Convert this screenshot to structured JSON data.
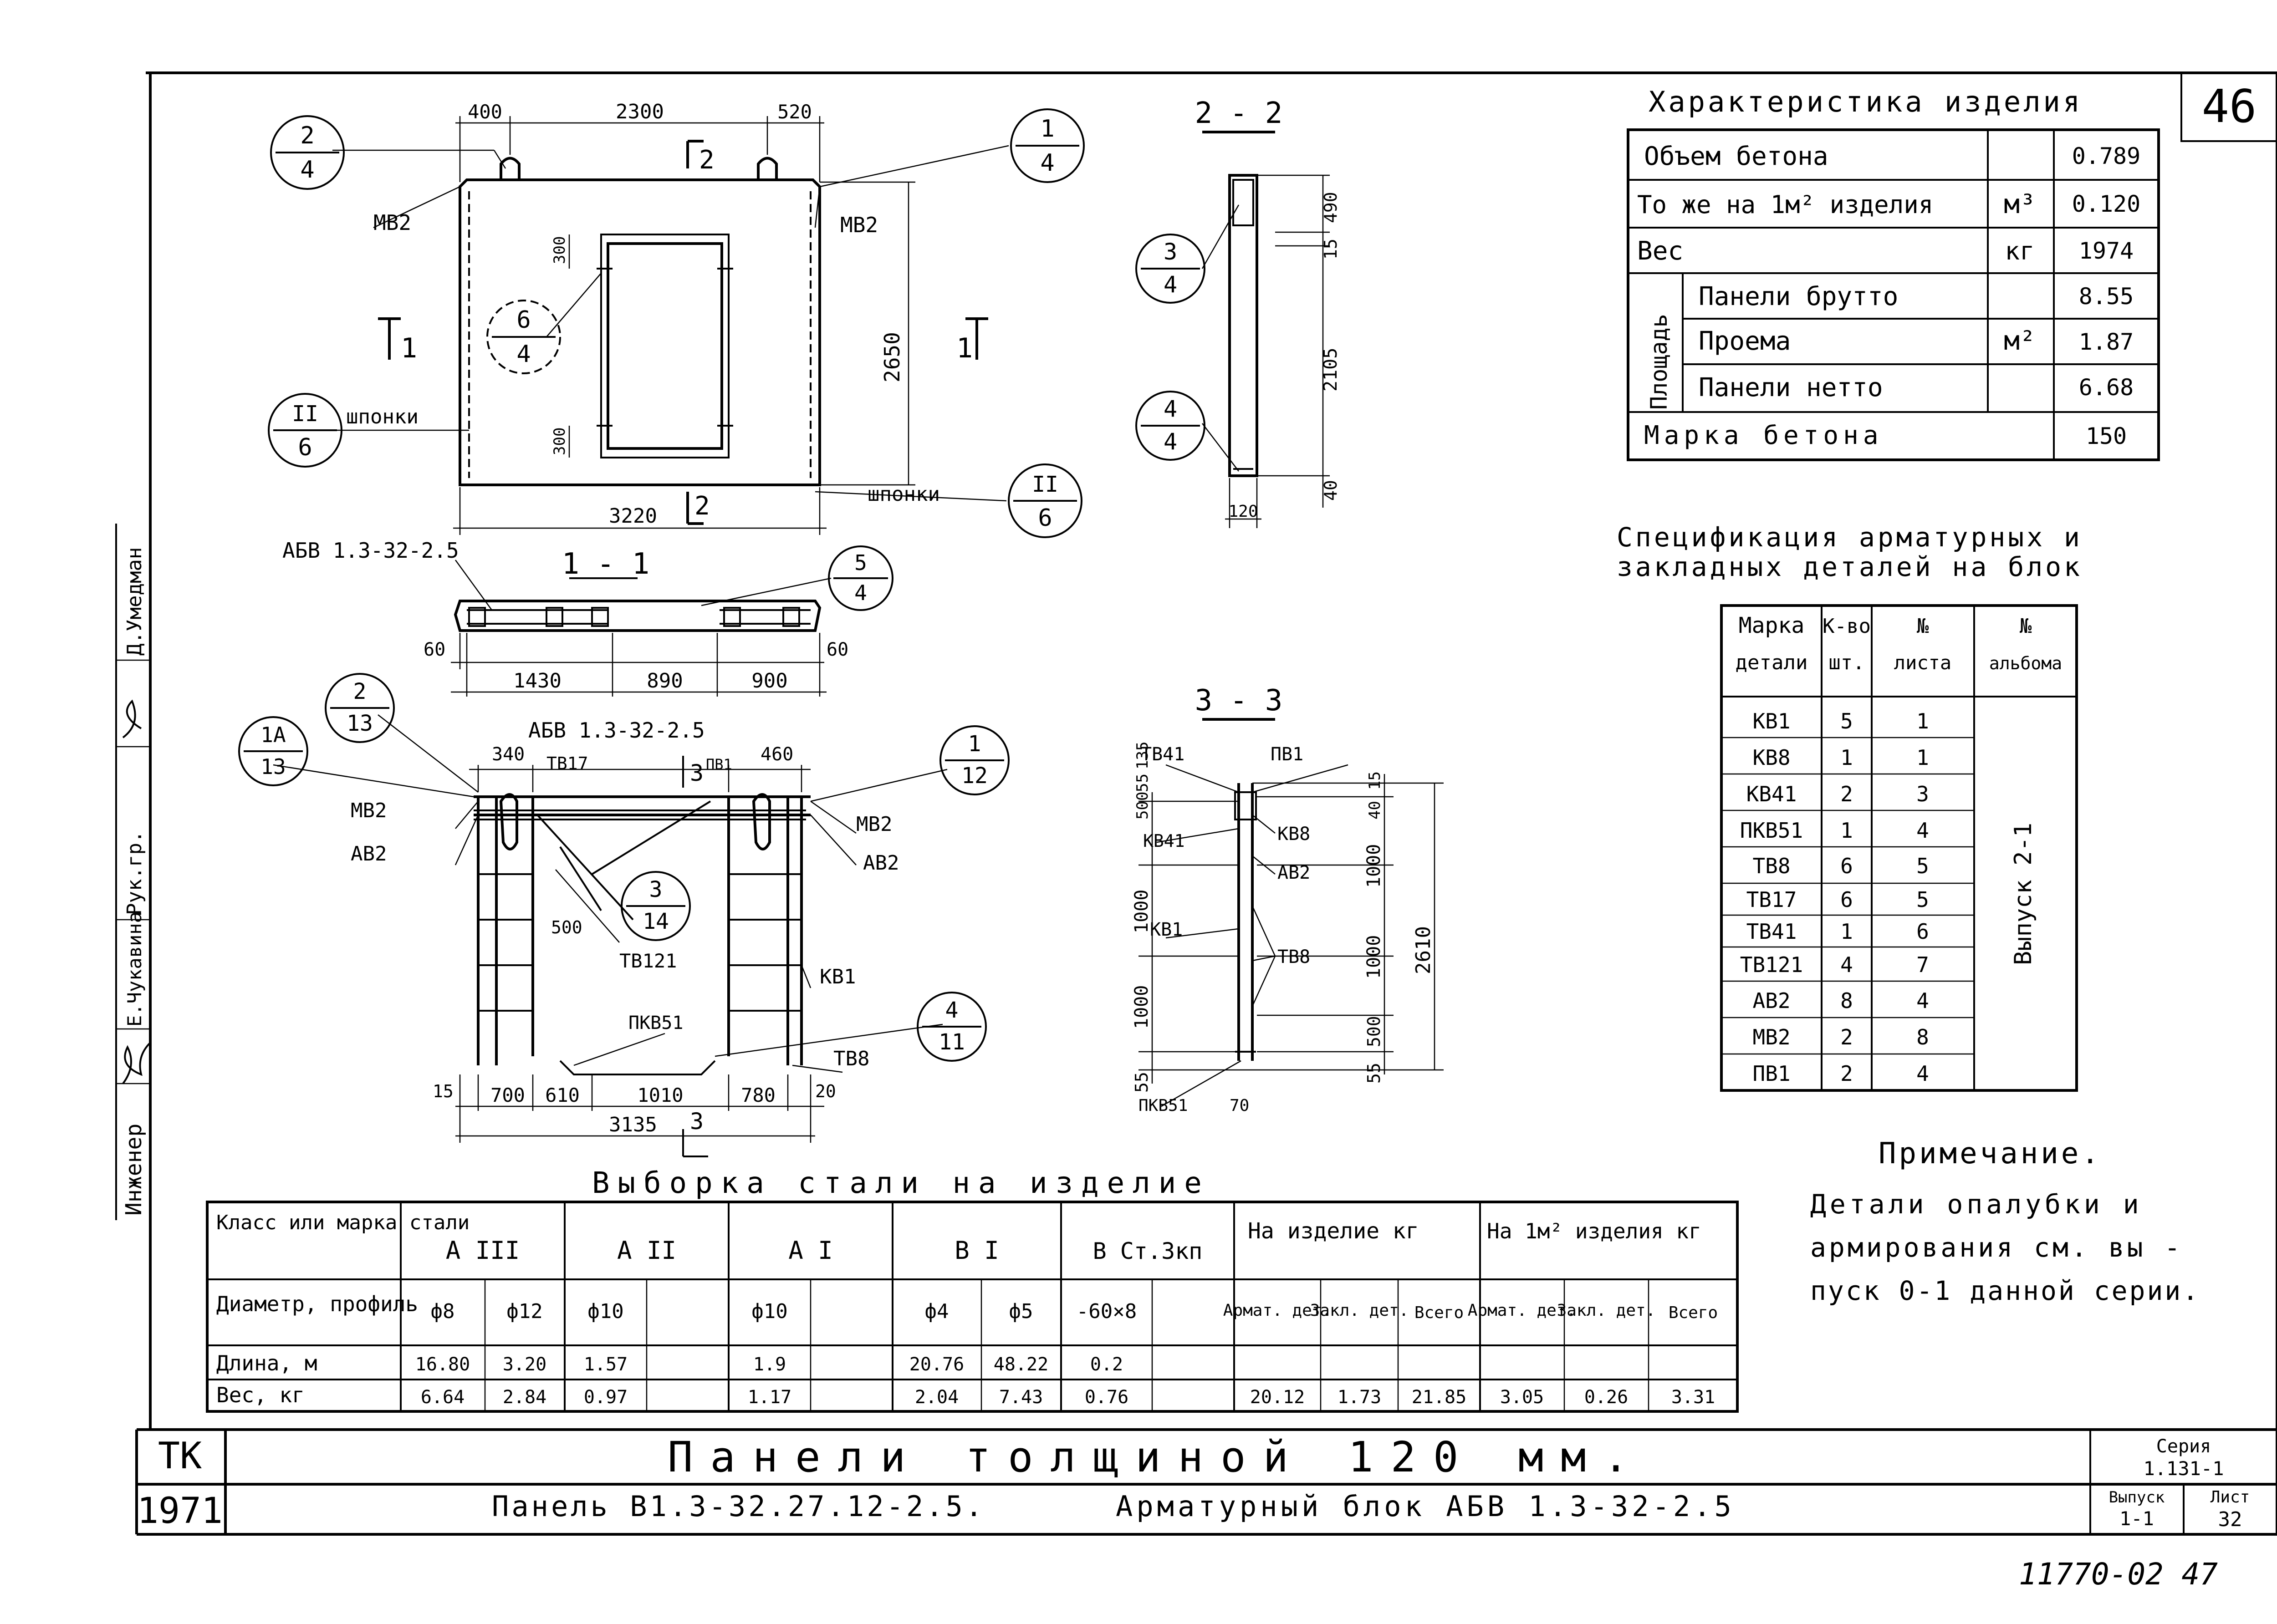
{
  "sheet": {
    "sheet_corner_number": "46",
    "bottom_stamp": "11770-02 47"
  },
  "drawing": {
    "section_2_2": "2 - 2",
    "section_1_1": "1 - 1",
    "section_3_3": "3 - 3",
    "block_label_1": "АБВ 1.3-32-2.5",
    "block_label_2": "АБВ 1.3-32-2.5",
    "labels": {
      "mv2": "МВ2",
      "shponki": "шпонки",
      "av2": "АВ2",
      "tv17": "ТВ17",
      "pv1": "ПВ1",
      "tv121": "ТВ121",
      "kv1": "КВ1",
      "pkv51": "ПКВ51",
      "tv8": "ТВ8",
      "tv41": "ТВ41",
      "kv8": "КВ8",
      "kv41": "КВ41",
      "sec1": "1",
      "sec2": "2",
      "sec3": "3"
    },
    "dims_front": {
      "d400": "400",
      "d2300": "2300",
      "d520": "520",
      "d300a": "300",
      "d300b": "300",
      "d2650": "2650",
      "d3220": "3220"
    },
    "dims_11": {
      "d60a": "60",
      "d1430": "1430",
      "d890": "890",
      "d900": "900",
      "d60b": "60"
    },
    "dims_22": {
      "d120": "120",
      "d490": "490",
      "d15": "15",
      "d2105": "2105",
      "d40": "40"
    },
    "dims_block": {
      "d340": "340",
      "d460": "460",
      "d500": "500",
      "d15": "15",
      "d700": "700",
      "d610": "610",
      "d1010": "1010",
      "d780": "780",
      "d20": "20",
      "d3135": "3135"
    },
    "dims_33": {
      "d500": "500",
      "d55a": "55",
      "d135": "135",
      "d1000a": "1000",
      "d1000b": "1000",
      "d55b": "55",
      "d70": "70",
      "r15": "15",
      "r40": "40",
      "r1000a": "1000",
      "r1000b": "1000",
      "r500": "500",
      "r55": "55",
      "r2610": "2610"
    },
    "callouts": [
      {
        "top": "2",
        "bottom": "4"
      },
      {
        "top": "1",
        "bottom": "4"
      },
      {
        "top": "6",
        "bottom": "4"
      },
      {
        "top": "II",
        "bottom": "6"
      },
      {
        "top": "II",
        "bottom": "6"
      },
      {
        "top": "5",
        "bottom": "4"
      },
      {
        "top": "3",
        "bottom": "4"
      },
      {
        "top": "4",
        "bottom": "4"
      },
      {
        "top": "2",
        "bottom": "13"
      },
      {
        "top": "1А",
        "bottom": "13"
      },
      {
        "top": "1",
        "bottom": "12"
      },
      {
        "top": "3",
        "bottom": "14"
      },
      {
        "top": "4",
        "bottom": "11"
      }
    ]
  },
  "characteristics": {
    "title": "Характеристика изделия",
    "rows": [
      {
        "label": "Объем бетона",
        "unit": "м³",
        "value": "0.789"
      },
      {
        "label": "То же на 1м² изделия",
        "unit": "",
        "value": "0.120"
      },
      {
        "label": "Вес",
        "unit": "кг",
        "value": "1974"
      },
      {
        "label": "Панели брутто",
        "unit": "м²",
        "value": "8.55"
      },
      {
        "label": "Проема",
        "unit": "",
        "value": "1.87"
      },
      {
        "label": "Панели нетто",
        "unit": "",
        "value": "6.68"
      },
      {
        "label": "Марка бетона",
        "unit": "",
        "value": "150"
      }
    ],
    "area_group_label": "Площадь"
  },
  "specification": {
    "title_line1": "Спецификация арматурных и",
    "title_line2": "закладных деталей на блок",
    "headers": [
      {
        "l1": "Марка",
        "l2": "детали"
      },
      {
        "l1": "К-во",
        "l2": "шт."
      },
      {
        "l1": "№",
        "l2": "листа"
      },
      {
        "l1": "№",
        "l2": "альбома"
      }
    ],
    "rows": [
      [
        "КВ1",
        "5",
        "1"
      ],
      [
        "КВ8",
        "1",
        "1"
      ],
      [
        "КВ41",
        "2",
        "3"
      ],
      [
        "ПКВ51",
        "1",
        "4"
      ],
      [
        "ТВ8",
        "6",
        "5"
      ],
      [
        "ТВ17",
        "6",
        "5"
      ],
      [
        "ТВ41",
        "1",
        "6"
      ],
      [
        "ТВ121",
        "4",
        "7"
      ],
      [
        "АВ2",
        "8",
        "4"
      ],
      [
        "МВ2",
        "2",
        "8"
      ],
      [
        "ПВ1",
        "2",
        "4"
      ]
    ],
    "album": "Выпуск 2-1"
  },
  "note": {
    "title": "Примечание.",
    "lines": [
      "Детали опалубки и",
      "армирования см. вы -",
      "пуск 0-1 данной серии."
    ]
  },
  "steel": {
    "title": "Выборка стали на изделие",
    "head_label": "Класс или марка стали",
    "classes": [
      "А III",
      "А II",
      "А I",
      "В I",
      "В Ст.3кп"
    ],
    "per_item": "На изделие кг",
    "per_m2": "На 1м² изделия кг",
    "row_diam_label": "Диаметр, профиль",
    "diams": [
      "ф8",
      "ф12",
      "ф10",
      "",
      "ф10",
      "",
      "ф4",
      "ф5",
      "-60×8",
      ""
    ],
    "sub_heads": [
      "Армат. дет.",
      "Закл. дет.",
      "Всего",
      "Армат. дет.",
      "Закл. дет.",
      "Всего"
    ],
    "row_len_label": "Длина, м",
    "lengths": [
      "16.80",
      "3.20",
      "1.57",
      "",
      "1.9",
      "",
      "20.76",
      "48.22",
      "0.2",
      ""
    ],
    "row_wt_label": "Вес, кг",
    "weights": [
      "6.64",
      "2.84",
      "0.97",
      "",
      "1.17",
      "",
      "2.04",
      "7.43",
      "0.76",
      ""
    ],
    "totals": [
      "20.12",
      "1.73",
      "21.85",
      "3.05",
      "0.26",
      "3.31"
    ]
  },
  "side_stamp": {
    "roles": [
      "Инженер",
      "Е.Чукавина",
      "Рук.гр.",
      "Д.Умедман"
    ]
  },
  "title_block": {
    "tk": "ТК",
    "year": "1971",
    "main_title": "Панели толщиной 120 мм.",
    "sub_title_left": "Панель В1.3-32.27.12-2.5.",
    "sub_title_right": "Арматурный блок АБВ 1.3-32-2.5",
    "series_label": "Серия",
    "series_value": "1.131-1",
    "vypusk_label": "Выпуск",
    "vypusk_value": "1-1",
    "list_label": "Лист",
    "list_value": "32"
  }
}
